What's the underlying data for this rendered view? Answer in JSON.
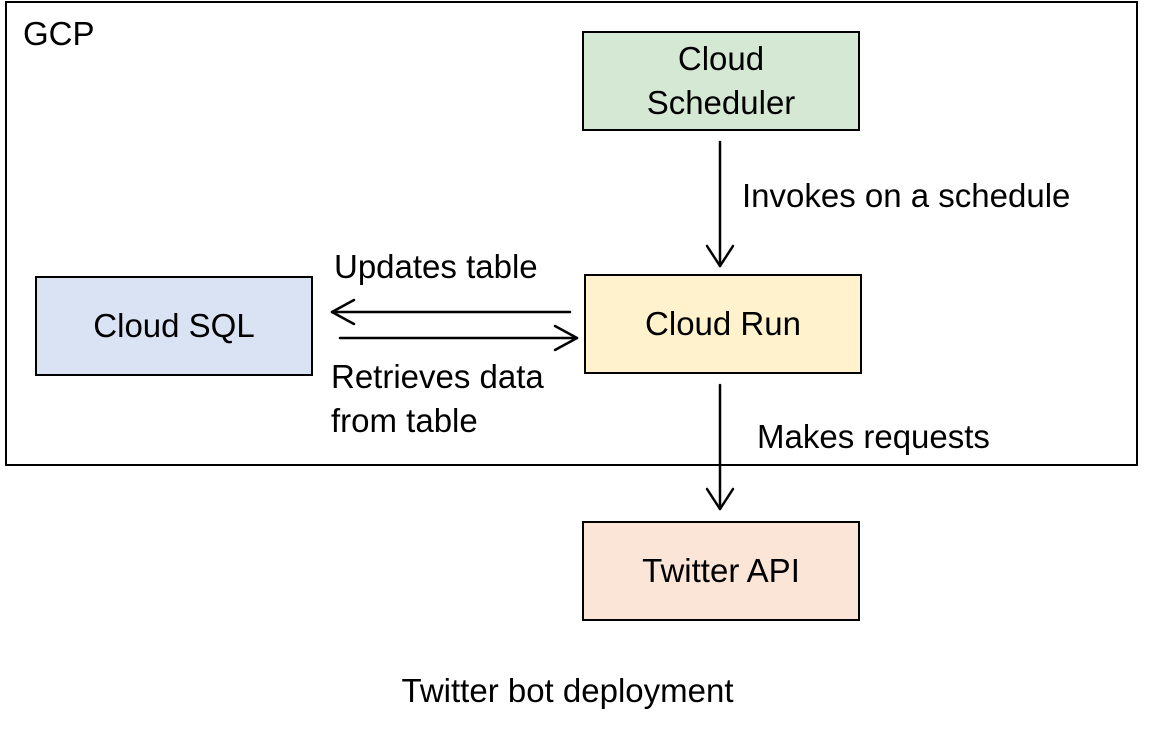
{
  "diagram": {
    "group": {
      "label": "GCP"
    },
    "nodes": {
      "scheduler": {
        "label": "Cloud\nScheduler",
        "fill": "#d5e8d4"
      },
      "run": {
        "label": "Cloud Run",
        "fill": "#fff2cc"
      },
      "sql": {
        "label": "Cloud SQL",
        "fill": "#dae3f3"
      },
      "twitter": {
        "label": "Twitter API",
        "fill": "#fbe5d6"
      }
    },
    "edges": {
      "invokes": {
        "from": "Cloud Scheduler",
        "to": "Cloud Run",
        "label": "Invokes on a schedule"
      },
      "updates": {
        "from": "Cloud Run",
        "to": "Cloud SQL",
        "label": "Updates table"
      },
      "retrieves": {
        "from": "Cloud SQL",
        "to": "Cloud Run",
        "label": "Retrieves data\nfrom table"
      },
      "requests": {
        "from": "Cloud Run",
        "to": "Twitter API",
        "label": "Makes requests"
      }
    },
    "caption": "Twitter bot deployment"
  }
}
